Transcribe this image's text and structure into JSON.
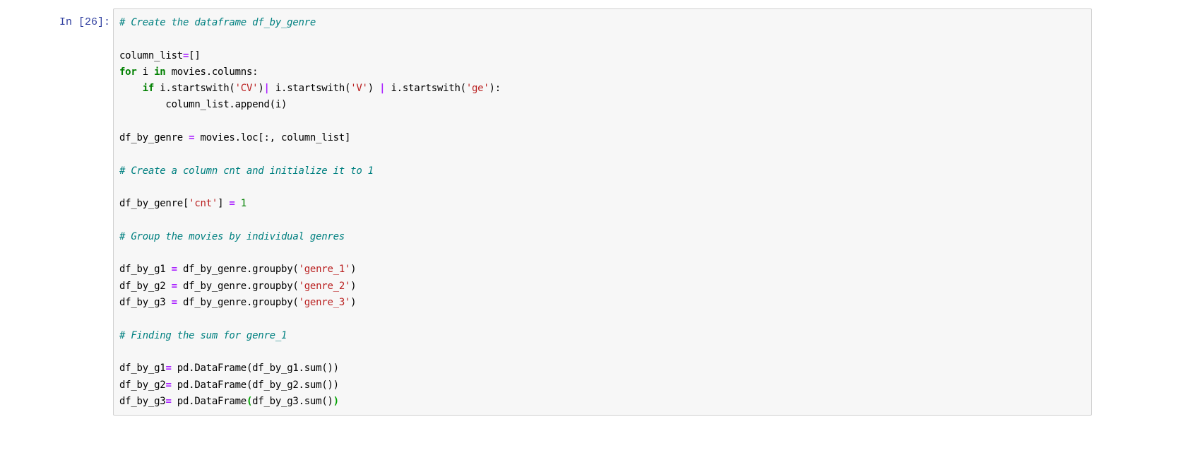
{
  "cell": {
    "prompt": "In [26]:",
    "colors": {
      "comment": "#008080",
      "keyword": "#008000",
      "string": "#BA2121",
      "operator": "#AA22FF",
      "number": "#008000",
      "prompt": "#303F9F"
    },
    "lines": [
      [
        [
          "c",
          "# Create the dataframe df_by_genre"
        ]
      ],
      [],
      [
        [
          "p",
          "column_list"
        ],
        [
          "o",
          "="
        ],
        [
          "p",
          "[]"
        ]
      ],
      [
        [
          "k",
          "for"
        ],
        [
          "p",
          " i "
        ],
        [
          "k",
          "in"
        ],
        [
          "p",
          " movies.columns:"
        ]
      ],
      [
        [
          "p",
          "    "
        ],
        [
          "k",
          "if"
        ],
        [
          "p",
          " i.startswith("
        ],
        [
          "s",
          "'CV'"
        ],
        [
          "p",
          ")"
        ],
        [
          "o",
          "|"
        ],
        [
          "p",
          " i.startswith("
        ],
        [
          "s",
          "'V'"
        ],
        [
          "p",
          ") "
        ],
        [
          "o",
          "|"
        ],
        [
          "p",
          " i.startswith("
        ],
        [
          "s",
          "'ge'"
        ],
        [
          "p",
          "):"
        ]
      ],
      [
        [
          "p",
          "        column_list.append(i)"
        ]
      ],
      [],
      [
        [
          "p",
          "df_by_genre "
        ],
        [
          "o",
          "="
        ],
        [
          "p",
          " movies.loc[:, column_list]"
        ]
      ],
      [],
      [
        [
          "c",
          "# Create a column cnt and initialize it to 1"
        ]
      ],
      [],
      [
        [
          "p",
          "df_by_genre["
        ],
        [
          "s",
          "'cnt'"
        ],
        [
          "p",
          "] "
        ],
        [
          "o",
          "="
        ],
        [
          "p",
          " "
        ],
        [
          "n",
          "1"
        ]
      ],
      [],
      [
        [
          "c",
          "# Group the movies by individual genres"
        ]
      ],
      [],
      [
        [
          "p",
          "df_by_g1 "
        ],
        [
          "o",
          "="
        ],
        [
          "p",
          " df_by_genre.groupby("
        ],
        [
          "s",
          "'genre_1'"
        ],
        [
          "p",
          ")"
        ]
      ],
      [
        [
          "p",
          "df_by_g2 "
        ],
        [
          "o",
          "="
        ],
        [
          "p",
          " df_by_genre.groupby("
        ],
        [
          "s",
          "'genre_2'"
        ],
        [
          "p",
          ")"
        ]
      ],
      [
        [
          "p",
          "df_by_g3 "
        ],
        [
          "o",
          "="
        ],
        [
          "p",
          " df_by_genre.groupby("
        ],
        [
          "s",
          "'genre_3'"
        ],
        [
          "p",
          ")"
        ]
      ],
      [],
      [
        [
          "c",
          "# Finding the sum for genre_1"
        ]
      ],
      [],
      [
        [
          "p",
          "df_by_g1"
        ],
        [
          "o",
          "="
        ],
        [
          "p",
          " pd.DataFrame(df_by_g1.sum())"
        ]
      ],
      [
        [
          "p",
          "df_by_g2"
        ],
        [
          "o",
          "="
        ],
        [
          "p",
          " pd.DataFrame(df_by_g2.sum())"
        ]
      ],
      [
        [
          "p",
          "df_by_g3"
        ],
        [
          "o",
          "="
        ],
        [
          "p",
          " pd.DataFrame"
        ],
        [
          "m",
          "("
        ],
        [
          "p",
          "df_by_g3.sum()"
        ],
        [
          "m",
          ")"
        ]
      ]
    ]
  }
}
